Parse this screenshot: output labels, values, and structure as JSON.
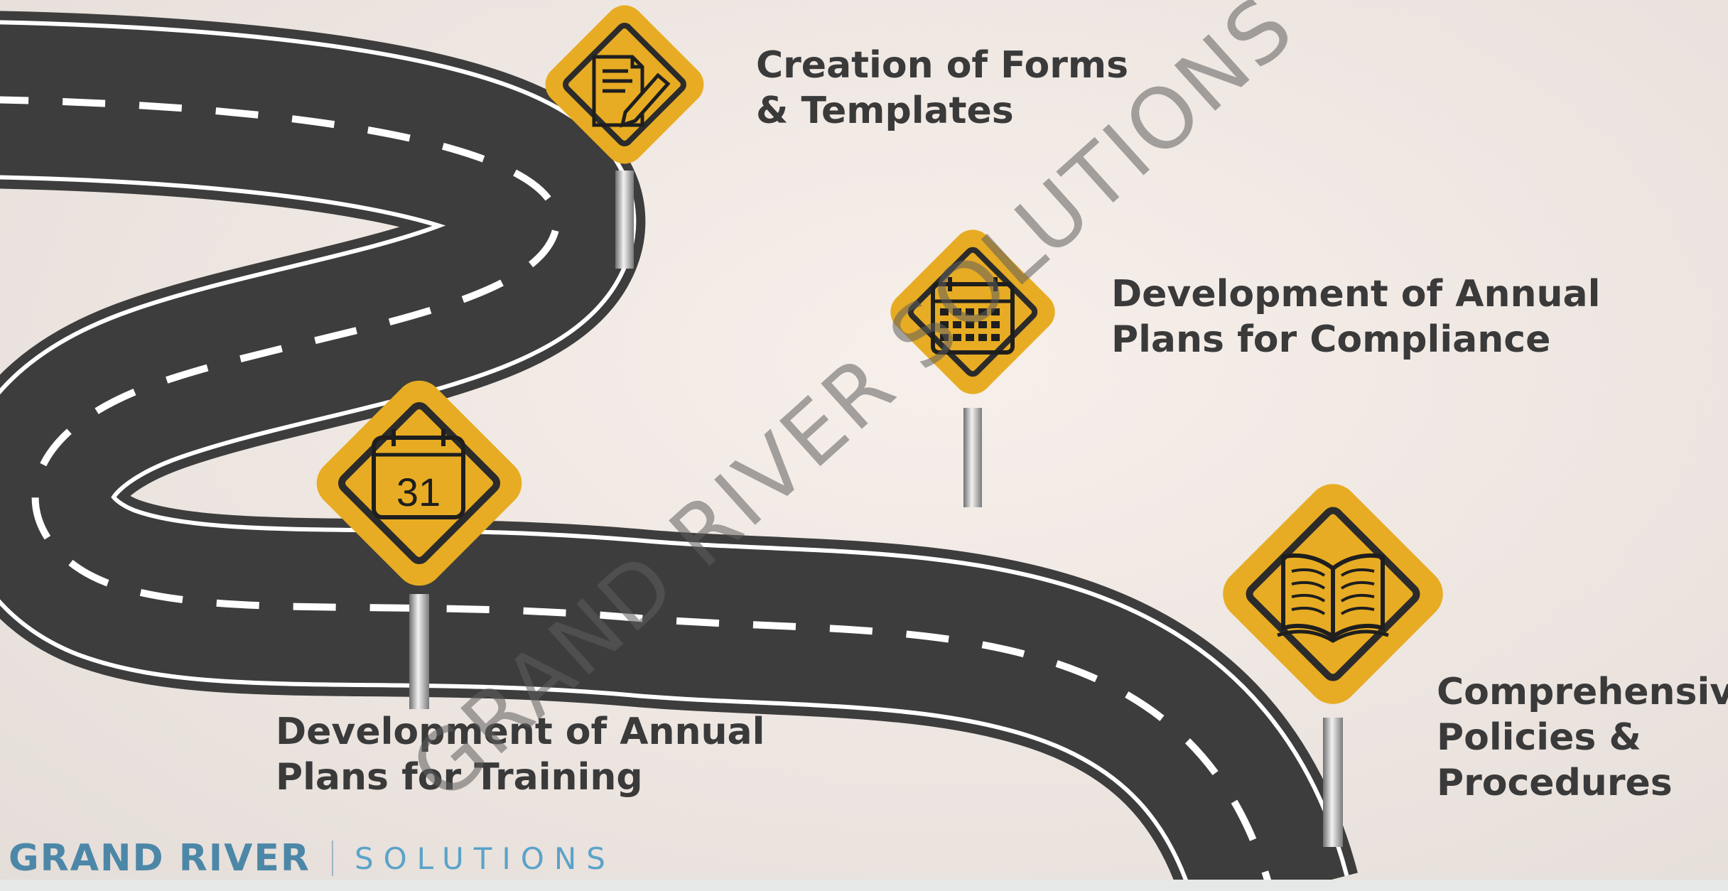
{
  "steps": [
    {
      "icon": "forms-pencil-icon",
      "lines": [
        "Creation of Forms",
        "& Templates"
      ]
    },
    {
      "icon": "calendar-grid-icon",
      "lines": [
        "Development of Annual",
        "Plans for Compliance"
      ]
    },
    {
      "icon": "calendar-31-icon",
      "lines": [
        "Development of Annual",
        "Plans for Training"
      ],
      "calendar_day": "31"
    },
    {
      "icon": "open-book-icon",
      "lines": [
        "Comprehensive",
        "Policies &",
        "Procedures"
      ]
    }
  ],
  "watermark": "GRAND RIVER SOLUTIONS",
  "logo": {
    "primary": "GRAND RIVER",
    "secondary": "SOLUTIONS"
  },
  "colors": {
    "sign_fill": "#E7AC23",
    "sign_border": "#2B2B2B",
    "road": "#3D3D3D",
    "road_marking": "#FFFFFF",
    "text": "#3A3A3A",
    "logo_primary": "#4D87A8",
    "logo_secondary": "#5AA3C9"
  }
}
